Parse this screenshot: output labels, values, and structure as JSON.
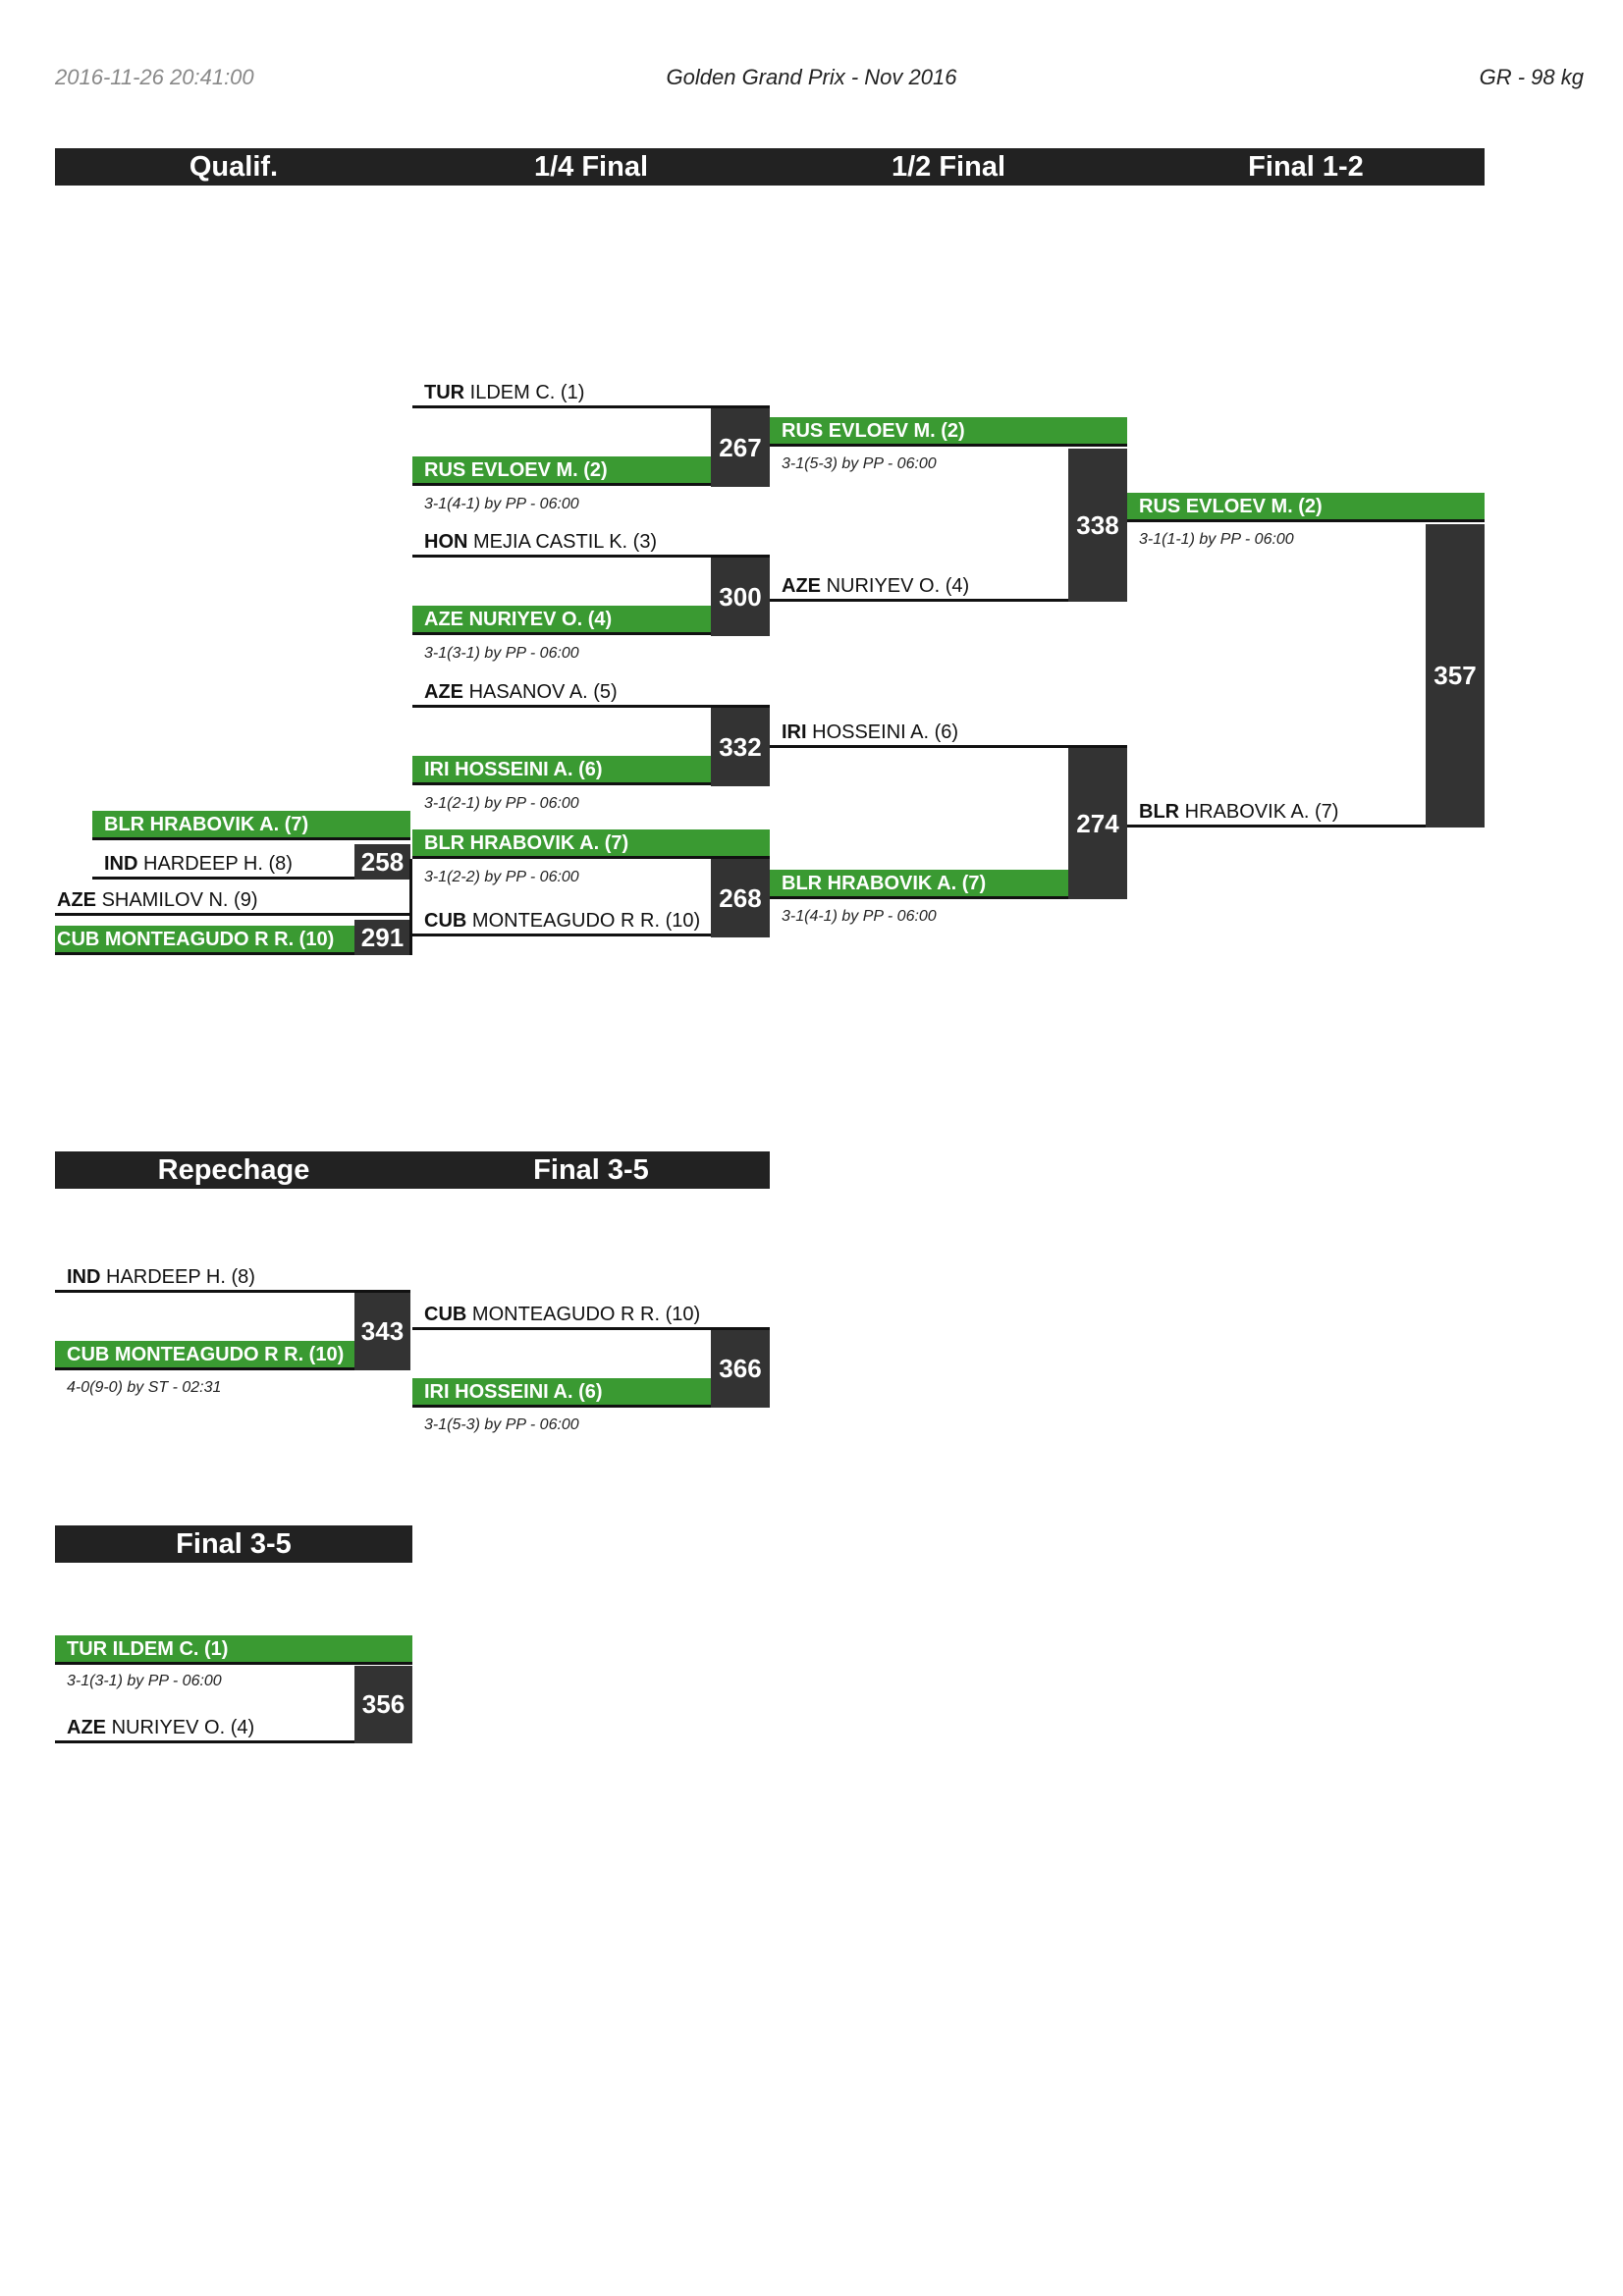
{
  "header": {
    "timestamp": "2016-11-26 20:41:00",
    "event": "Golden Grand Prix - Nov 2016",
    "category": "GR - 98 kg"
  },
  "colors": {
    "winner": "#3a9a32",
    "bar": "#222222",
    "match_box": "#333333"
  },
  "main_bar": [
    "Qualif.",
    "1/4 Final",
    "1/2 Final",
    "Final 1-2"
  ],
  "repechage_bar": [
    "Repechage",
    "Final 3-5"
  ],
  "final35_bar": [
    "Final 3-5"
  ],
  "qualif": {
    "m258": {
      "number": "258",
      "top": {
        "country": "BLR",
        "name": "HRABOVIK A. (7)"
      },
      "bottom": {
        "country": "IND",
        "name": "HARDEEP H. (8)"
      }
    },
    "m291": {
      "number": "291",
      "top": {
        "country": "AZE",
        "name": "SHAMILOV N. (9)"
      },
      "bottom": {
        "country": "CUB",
        "name": "MONTEAGUDO R R. (10)"
      }
    }
  },
  "quarter": {
    "m267": {
      "number": "267",
      "top": {
        "country": "TUR",
        "name": "ILDEM C. (1)"
      },
      "bottom": {
        "country": "RUS",
        "name": "EVLOEV M. (2)"
      },
      "result": "3-1(4-1) by PP - 06:00"
    },
    "m300": {
      "number": "300",
      "top": {
        "country": "HON",
        "name": "MEJIA CASTIL K. (3)"
      },
      "bottom": {
        "country": "AZE",
        "name": "NURIYEV O. (4)"
      },
      "result": "3-1(3-1) by PP - 06:00"
    },
    "m332": {
      "number": "332",
      "top": {
        "country": "AZE",
        "name": "HASANOV A. (5)"
      },
      "bottom": {
        "country": "IRI",
        "name": "HOSSEINI A. (6)"
      },
      "result": "3-1(2-1) by PP - 06:00"
    },
    "m268": {
      "number": "268",
      "top": {
        "country": "BLR",
        "name": "HRABOVIK A. (7)"
      },
      "bottom": {
        "country": "CUB",
        "name": "MONTEAGUDO R R. (10)"
      },
      "result": "3-1(2-2) by PP - 06:00"
    }
  },
  "semi": {
    "m338": {
      "number": "338",
      "top": {
        "country": "RUS",
        "name": "EVLOEV M. (2)"
      },
      "bottom": {
        "country": "AZE",
        "name": "NURIYEV O. (4)"
      },
      "result": "3-1(5-3) by PP - 06:00"
    },
    "m274": {
      "number": "274",
      "top": {
        "country": "IRI",
        "name": "HOSSEINI A. (6)"
      },
      "bottom": {
        "country": "BLR",
        "name": "HRABOVIK A. (7)"
      },
      "result": "3-1(4-1) by PP - 06:00"
    }
  },
  "final": {
    "m357": {
      "number": "357",
      "top": {
        "country": "RUS",
        "name": "EVLOEV M. (2)"
      },
      "bottom": {
        "country": "BLR",
        "name": "HRABOVIK A. (7)"
      },
      "result": "3-1(1-1) by PP - 06:00"
    }
  },
  "repechage": {
    "m343": {
      "number": "343",
      "top": {
        "country": "IND",
        "name": "HARDEEP H. (8)"
      },
      "bottom": {
        "country": "CUB",
        "name": "MONTEAGUDO R R. (10)"
      },
      "result": "4-0(9-0) by ST - 02:31"
    },
    "m366": {
      "number": "366",
      "top": {
        "country": "CUB",
        "name": "MONTEAGUDO R R. (10)"
      },
      "bottom": {
        "country": "IRI",
        "name": "HOSSEINI A. (6)"
      },
      "result": "3-1(5-3) by PP - 06:00"
    }
  },
  "bronze": {
    "m356": {
      "number": "356",
      "top": {
        "country": "TUR",
        "name": "ILDEM C. (1)"
      },
      "bottom": {
        "country": "AZE",
        "name": "NURIYEV O. (4)"
      },
      "result": "3-1(3-1) by PP - 06:00"
    }
  }
}
